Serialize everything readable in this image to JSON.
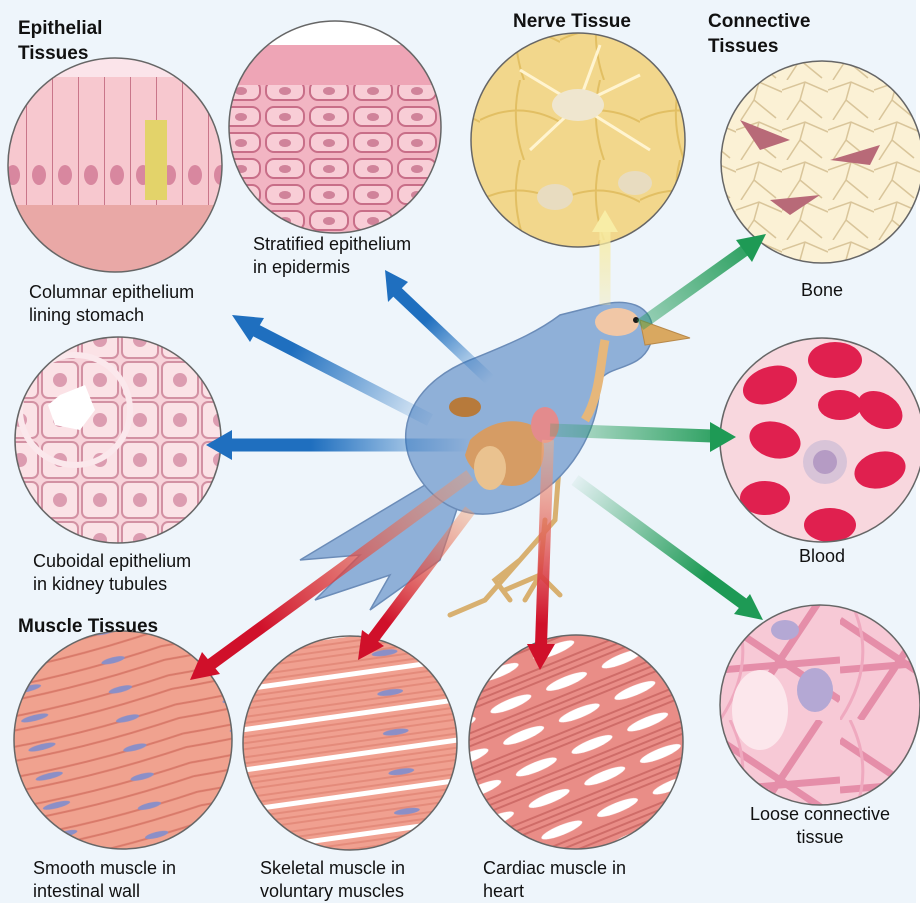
{
  "headers": {
    "epithelial": [
      "Epithelial",
      "Tissues"
    ],
    "nerve": [
      "Nerve Tissue"
    ],
    "connective": [
      "Connective",
      "Tissues"
    ],
    "muscle": [
      "Muscle Tissues"
    ]
  },
  "labels": {
    "columnar": [
      "Columnar epithelium",
      "lining stomach"
    ],
    "stratified": [
      "Stratified epithelium",
      "in epidermis"
    ],
    "cuboidal": [
      "Cuboidal epithelium",
      "in kidney tubules"
    ],
    "bone": [
      "Bone"
    ],
    "blood": [
      "Blood"
    ],
    "loose": [
      "Loose connective",
      "tissue"
    ],
    "smooth": [
      "Smooth muscle in",
      "intestinal wall"
    ],
    "skeletal": [
      "Skeletal muscle in",
      "voluntary muscles"
    ],
    "cardiac": [
      "Cardiac muscle in",
      "heart"
    ]
  },
  "colors": {
    "epithelial_arrow": "#1f6fbf",
    "nerve_arrow": "#f5e79a",
    "connective_arrow": "#1e9a55",
    "muscle_arrow": "#d0102a",
    "bird_body": "#8fb0d8"
  }
}
